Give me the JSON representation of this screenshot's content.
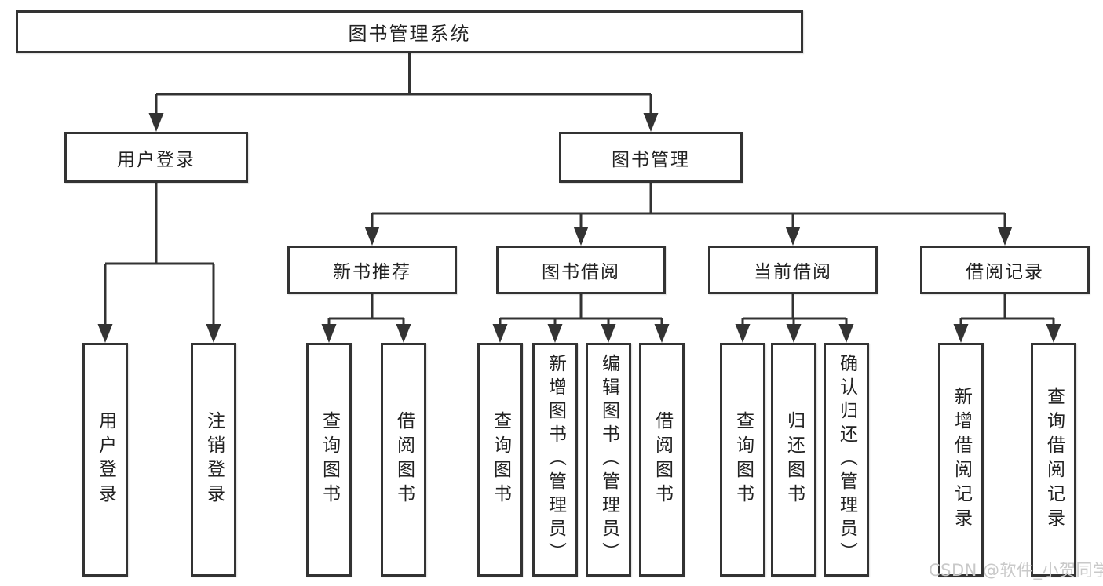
{
  "diagram": {
    "root": {
      "label": "图书管理系统"
    },
    "level2": [
      {
        "label": "用户登录"
      },
      {
        "label": "图书管理"
      }
    ],
    "level3": [
      {
        "label": "新书推荐"
      },
      {
        "label": "图书借阅"
      },
      {
        "label": "当前借阅"
      },
      {
        "label": "借阅记录"
      }
    ],
    "leaves": {
      "user_login": [
        "用户登录",
        "注销登录"
      ],
      "new_book": [
        "查询图书",
        "借阅图书"
      ],
      "book_borrow": [
        "查询图书",
        "新增图书（管理员）",
        "编辑图书（管理员）",
        "借阅图书"
      ],
      "current_borrow": [
        "查询图书",
        "归还图书",
        "确认归还（管理员）"
      ],
      "borrow_record": [
        "新增借阅记录",
        "查询借阅记录"
      ]
    }
  },
  "watermark": {
    "text": "CSDN @软件_小贺同学"
  },
  "colors": {
    "border": "#333333",
    "line": "#333333",
    "text": "#222222",
    "background": "#ffffff",
    "watermark": "#c9c9c9"
  }
}
